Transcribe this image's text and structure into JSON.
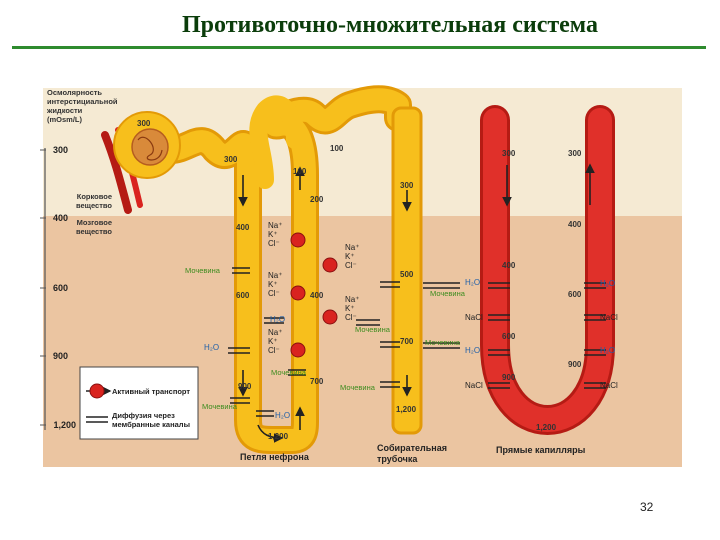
{
  "title": "Противоточно-множительная система",
  "page_number": "32",
  "colors": {
    "cortex": "#f5ead3",
    "medulla": "#ebc5a1",
    "tube": "#f7bf1c",
    "tube_edge": "#e39a07",
    "capillary": "#d9231f",
    "green_text": "#3c8c1e",
    "blue_text": "#1f5fa8"
  },
  "axis": {
    "title_lines": [
      "Осмолярность",
      "интерстициальной",
      "жидкости",
      "(mOsm/L)"
    ],
    "ticks": [
      "300",
      "400",
      "600",
      "900",
      "1,200"
    ]
  },
  "zones": {
    "cortex_lines": [
      "Корковое",
      "вещество"
    ],
    "medulla_lines": [
      "Мозговое",
      "вещество"
    ]
  },
  "legend": {
    "active": "Активный транспорт",
    "diffusion_lines": [
      "Диффузия через",
      "мембранные каналы"
    ]
  },
  "labels": {
    "loop": "Петля нефрона",
    "collecting_lines": [
      "Собирательная",
      "трубочка"
    ],
    "capillaries": "Прямые капилляры"
  },
  "values": {
    "glomerulus": "300",
    "desc_1": "300",
    "desc_2": "400",
    "desc_3": "600",
    "desc_4": "900",
    "bottom": "1,200",
    "asc_1": "100",
    "asc_2": "200",
    "asc_3": "400",
    "asc_4": "700",
    "dct": "100",
    "cd_1": "300",
    "cd_2": "500",
    "cd_3": "700",
    "cd_4": "1,200",
    "vr_l1": "300",
    "vr_r1": "300",
    "vr_l2": "400",
    "vr_r2": "400",
    "vr_l3": "600",
    "vr_r3": "600",
    "vr_l4": "900",
    "vr_r4": "900",
    "vr_bottom": "1,200"
  },
  "substances": {
    "urea": "Мочевина",
    "water": "H₂O",
    "nacl": "NaCl",
    "na": "Na⁺",
    "k": "K⁺",
    "cl": "Cl⁻"
  }
}
